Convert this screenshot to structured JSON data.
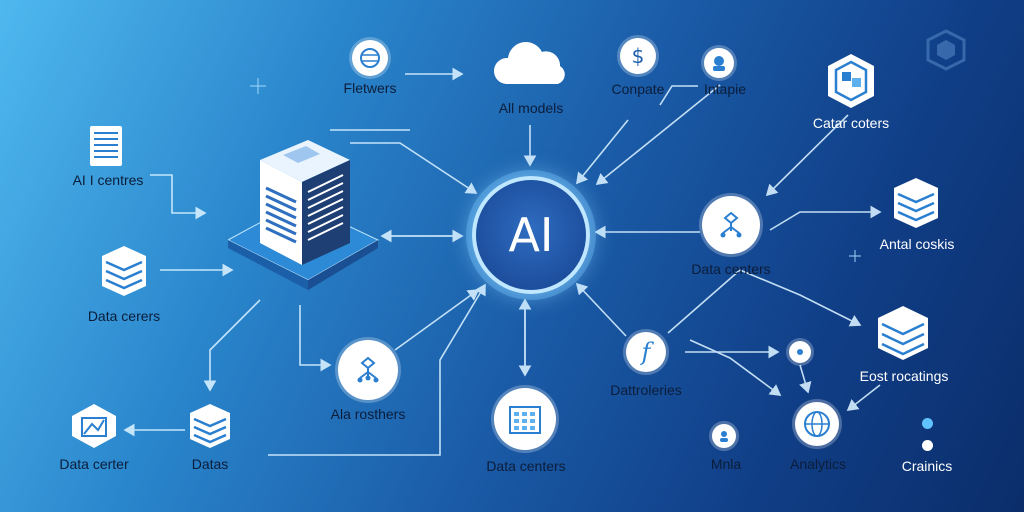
{
  "hub": {
    "label": "AI"
  },
  "nodes": {
    "fletwers": "Fletwers",
    "ai_models": "All models",
    "conpate": "Conpate",
    "intapie": "Intapie",
    "catar_coters": "Catar coters",
    "ai_centres": "AI I centres",
    "antal_cosks": "Antal coskis",
    "data_centers_right": "Data centers",
    "data_cerers": "Data cerers",
    "east_rocatings": "Eost rocatings",
    "datrroleries": "Dattroleries",
    "ala_rosthers": "Ala rosthers",
    "data_centers_bottom": "Data centers",
    "data_center_left": "Data certer",
    "datas": "Datas",
    "mnla": "Mnla",
    "analytics": "Analytics",
    "crainics": "Crainics"
  },
  "colors": {
    "accent": "#bfe7ff",
    "hub": "#1d4f9e",
    "dot_blue": "#5ec3ff",
    "dot_white": "#ffffff"
  }
}
